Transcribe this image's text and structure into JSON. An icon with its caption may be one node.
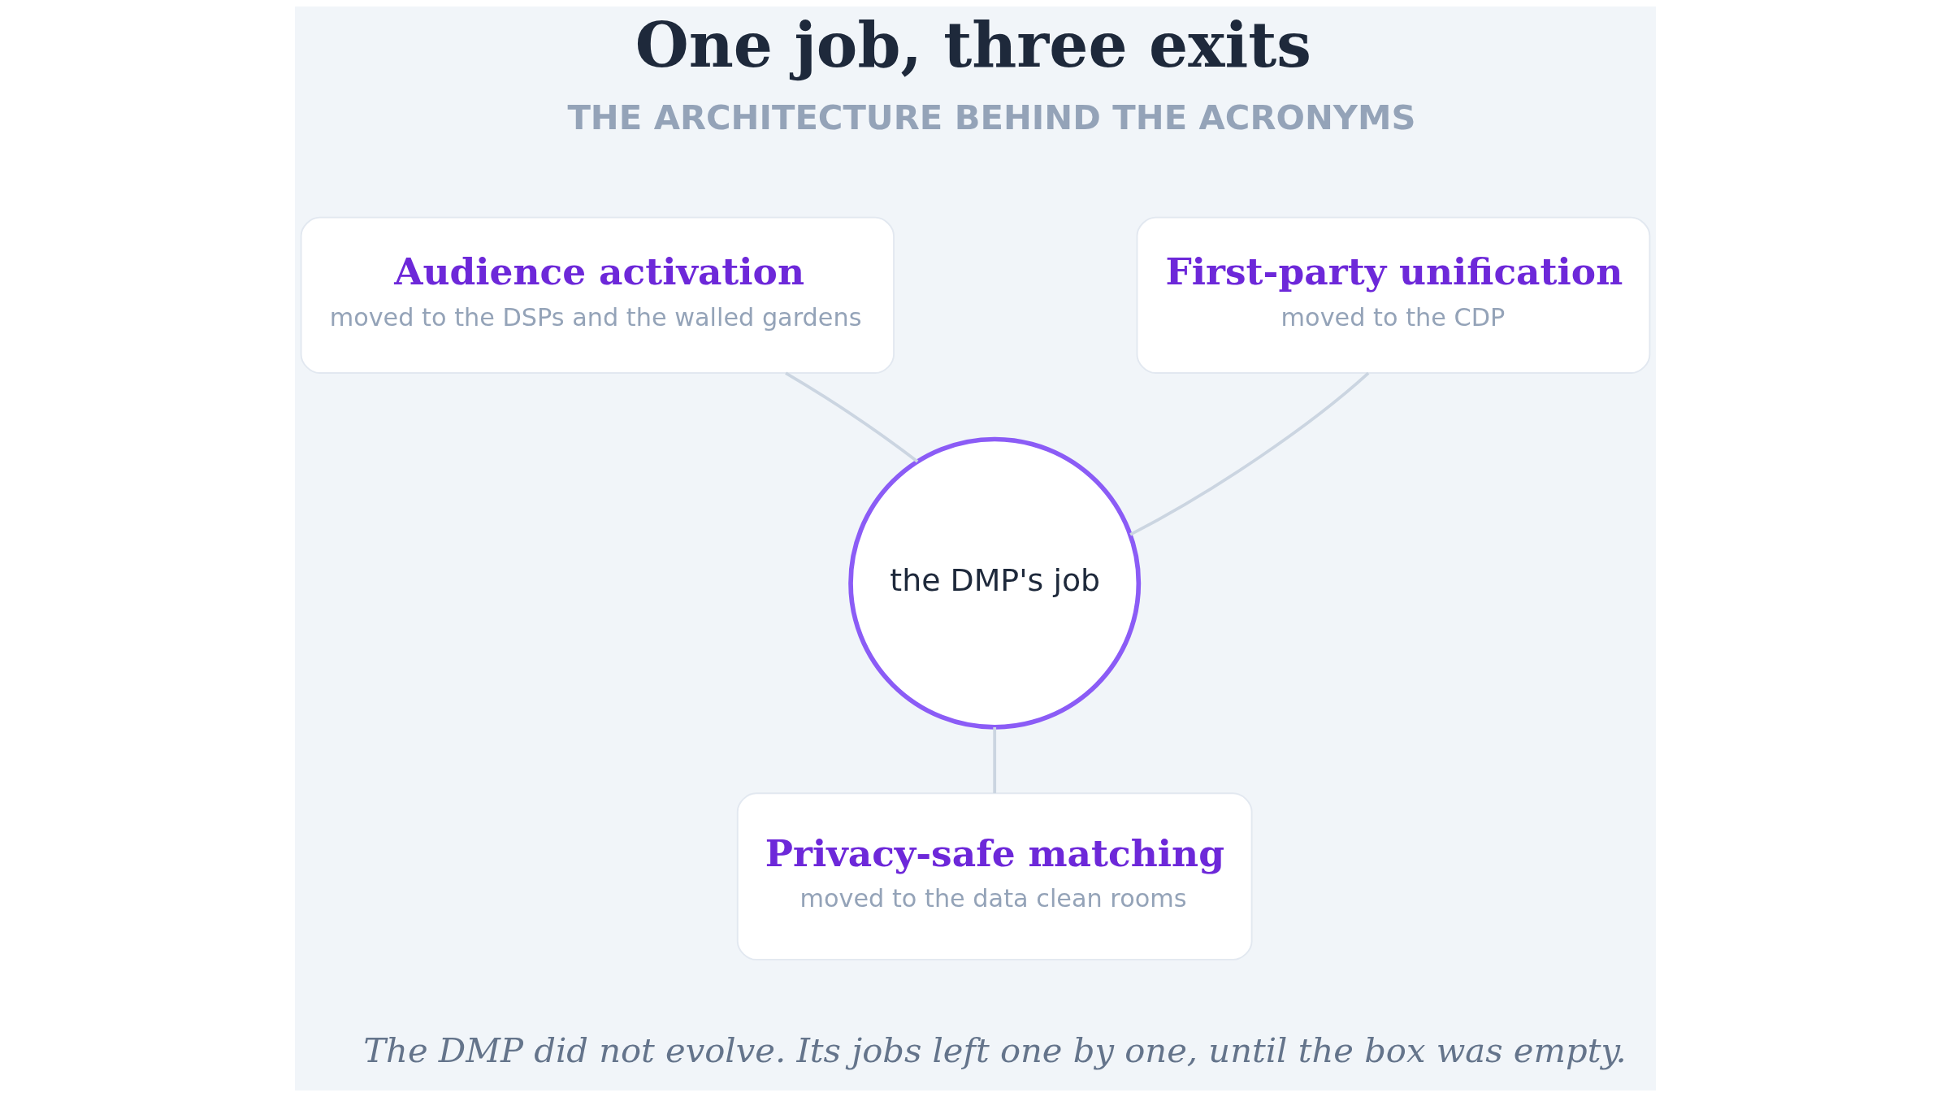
{
  "diagram": {
    "title": "One job, three exits",
    "caption": "The DMP did not evolve. Its jobs left one by one, until the box was empty.",
    "nodes": [
      {
        "text": [
          "the DMP's job"
        ]
      },
      {
        "text": [
          "Audience activation",
          "moved to the DSPs and the walled gardens"
        ]
      },
      {
        "text": [
          "First-party unification",
          "moved to the CDP"
        ]
      },
      {
        "text": [
          "Privacy-safe matching",
          "moved to the data clean rooms"
        ]
      }
    ],
    "edges": [
      {
        "from": 0,
        "to": 1,
        "arrow": "none"
      },
      {
        "from": 0,
        "to": 2,
        "arrow": "none"
      },
      {
        "from": 0,
        "to": 3,
        "arrow": "none"
      }
    ],
    "labels": [
      "THE ARCHITECTURE BEHIND THE ACRONYMS"
    ]
  }
}
